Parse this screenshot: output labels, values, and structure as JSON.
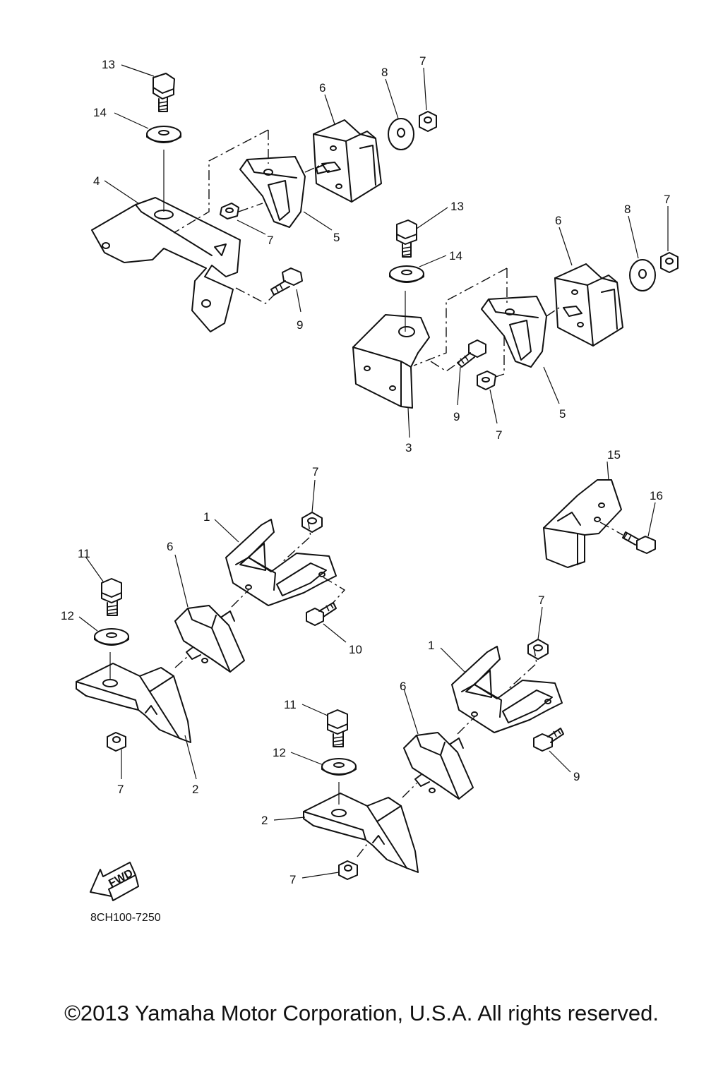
{
  "diagram": {
    "drawing_code": "8CH100-7250",
    "fwd_label": "FWD",
    "copyright": "©2013 Yamaha Motor Corporation, U.S.A. All rights reserved.",
    "callouts": {
      "c13a": "13",
      "c14a": "14",
      "c4": "4",
      "c6a": "6",
      "c8a": "8",
      "c7a": "7",
      "c7b": "7",
      "c5a": "5",
      "c9a": "9",
      "c13b": "13",
      "c14b": "14",
      "c6b": "6",
      "c8b": "8",
      "c7c": "7",
      "c9b": "9",
      "c7d": "7",
      "c5b": "5",
      "c3": "3",
      "c15": "15",
      "c16": "16",
      "c7e": "7",
      "c1a": "1",
      "c6c": "6",
      "c11a": "11",
      "c12a": "12",
      "c10": "10",
      "c7f": "7",
      "c2a": "2",
      "c7g": "7",
      "c1b": "1",
      "c6d": "6",
      "c11b": "11",
      "c12b": "12",
      "c9c": "9",
      "c2b": "2",
      "c7h": "7"
    }
  }
}
